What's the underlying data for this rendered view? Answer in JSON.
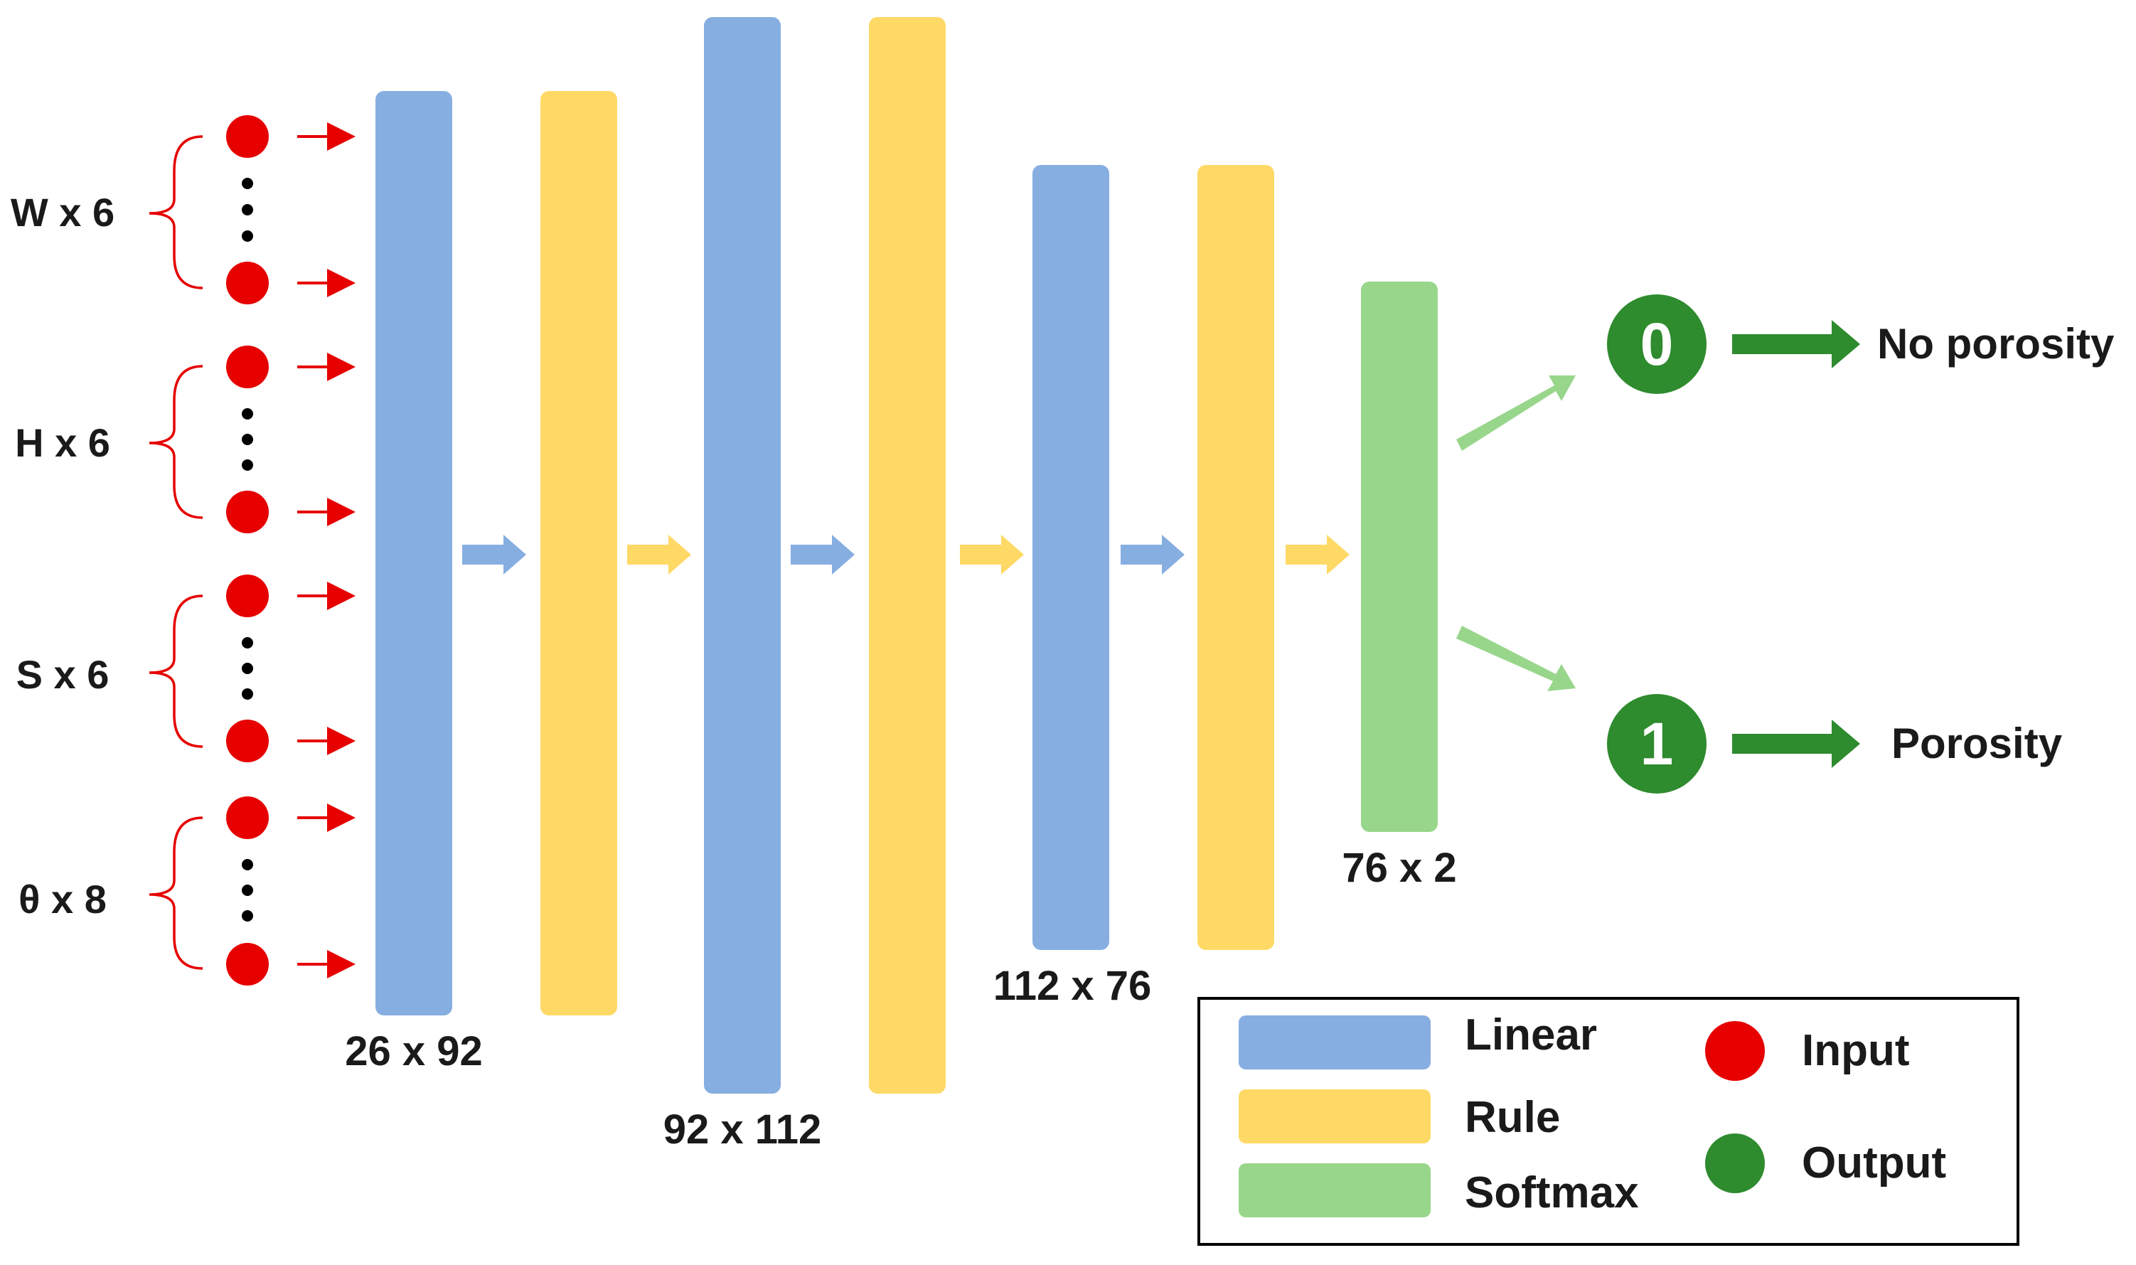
{
  "colors": {
    "linear": "#86AEE1",
    "rule": "#FFD966",
    "softmax": "#98D68B",
    "input": "#E60000",
    "output": "#2E8B2E",
    "brace": "#E60000",
    "arrow_linear": "#86AEE1",
    "arrow_rule": "#FFD966",
    "arrow_softmax": "#98D68B",
    "arrow_output": "#2E8B2E",
    "dots": "#000000"
  },
  "inputs": [
    {
      "label": "W x 6"
    },
    {
      "label": "H x 6"
    },
    {
      "label": "S x 6"
    },
    {
      "label": "θ x 8"
    }
  ],
  "layers": [
    {
      "type": "linear",
      "dim_label": "26 x 92"
    },
    {
      "type": "rule",
      "dim_label": ""
    },
    {
      "type": "linear",
      "dim_label": "92 x 112"
    },
    {
      "type": "rule",
      "dim_label": ""
    },
    {
      "type": "linear",
      "dim_label": "112 x 76"
    },
    {
      "type": "rule",
      "dim_label": ""
    },
    {
      "type": "softmax",
      "dim_label": "76 x 2"
    }
  ],
  "outputs": [
    {
      "node_label": "0",
      "text": "No porosity"
    },
    {
      "node_label": "1",
      "text": "Porosity"
    }
  ],
  "legend": {
    "linear": "Linear",
    "rule": "Rule",
    "softmax": "Softmax",
    "input": "Input",
    "output": "Output"
  }
}
